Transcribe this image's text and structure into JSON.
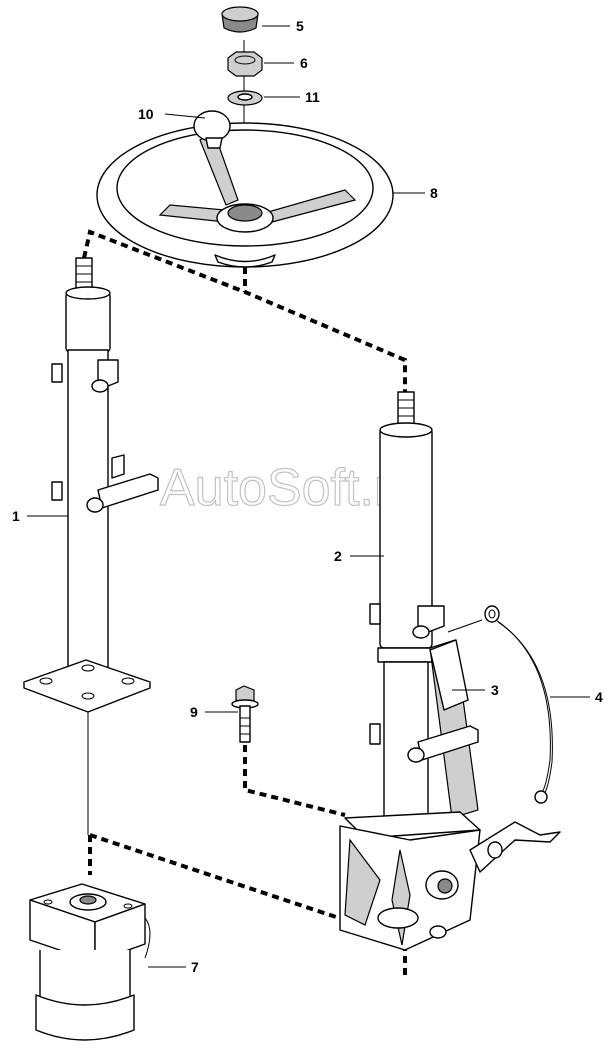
{
  "watermark": "AutoSoft.ru",
  "callouts": {
    "c1": "1",
    "c2": "2",
    "c3": "3",
    "c4": "4",
    "c5": "5",
    "c6": "6",
    "c7": "7",
    "c8": "8",
    "c9": "9",
    "c10": "10",
    "c11": "11"
  }
}
